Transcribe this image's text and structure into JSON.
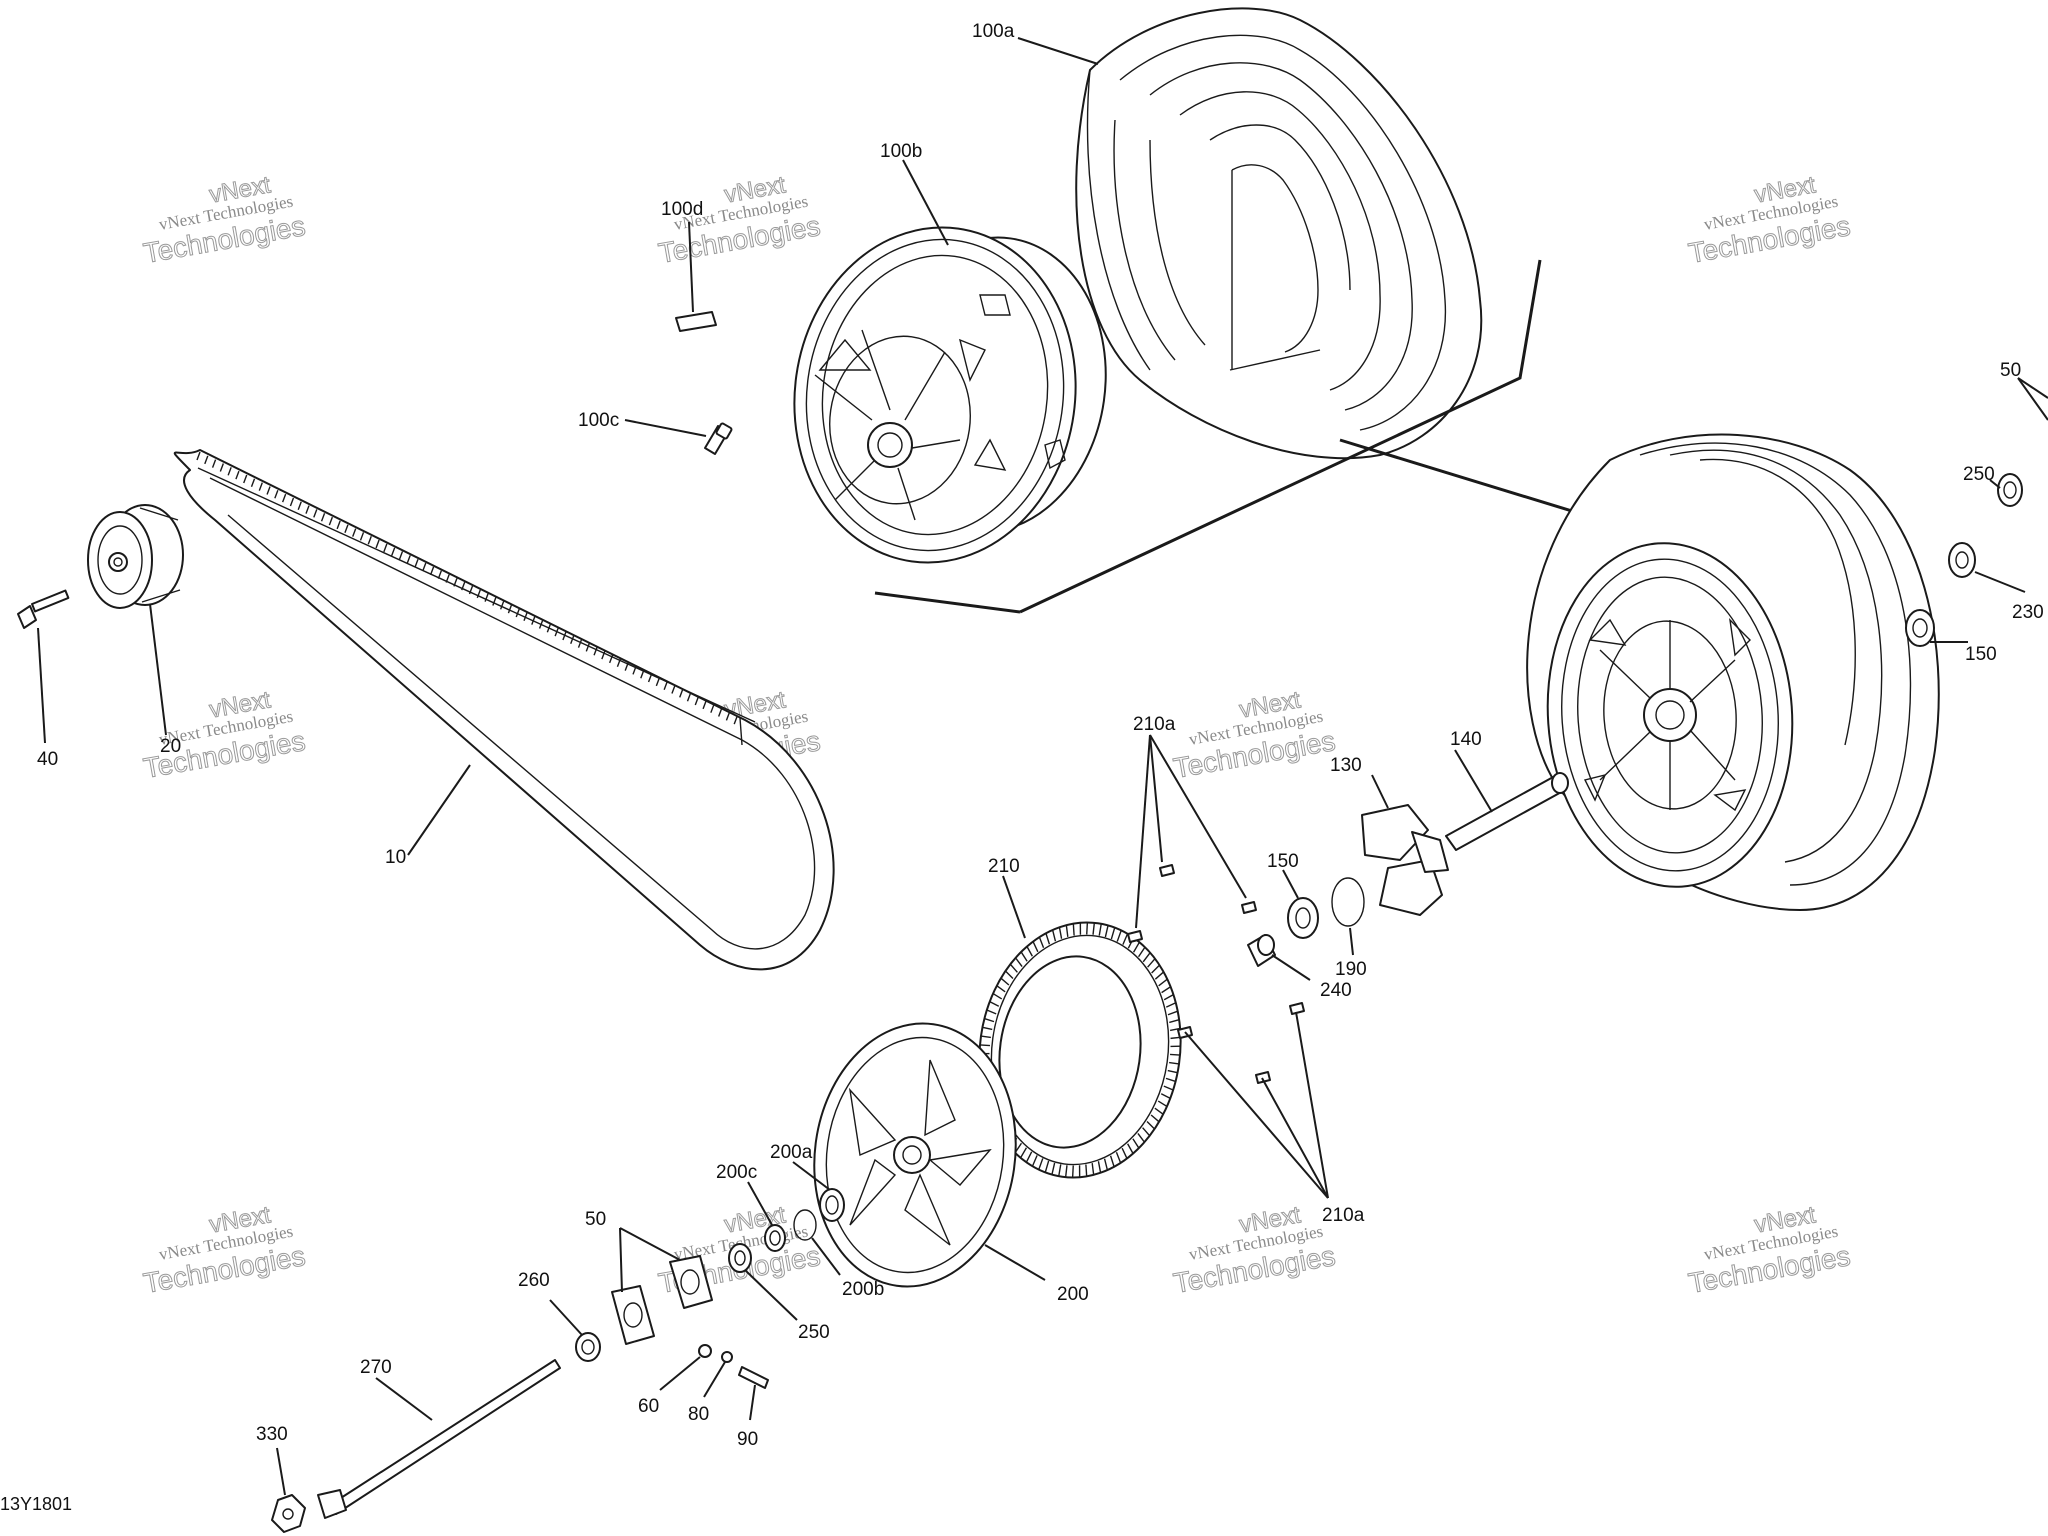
{
  "diagram": {
    "document_code": "13Y1801",
    "watermark": {
      "line1": "vNext",
      "line2": "vNext Technologies",
      "line3": "Technologies"
    },
    "callouts": [
      {
        "id": "c100a",
        "label": "100a"
      },
      {
        "id": "c100b",
        "label": "100b"
      },
      {
        "id": "c100d",
        "label": "100d"
      },
      {
        "id": "c100c",
        "label": "100c"
      },
      {
        "id": "c40",
        "label": "40"
      },
      {
        "id": "c20",
        "label": "20"
      },
      {
        "id": "c10",
        "label": "10"
      },
      {
        "id": "c50r",
        "label": "50"
      },
      {
        "id": "c250r",
        "label": "250"
      },
      {
        "id": "c230",
        "label": "230"
      },
      {
        "id": "c150r",
        "label": "150"
      },
      {
        "id": "c210a1",
        "label": "210a"
      },
      {
        "id": "c130",
        "label": "130"
      },
      {
        "id": "c140",
        "label": "140"
      },
      {
        "id": "c150m",
        "label": "150"
      },
      {
        "id": "c210",
        "label": "210"
      },
      {
        "id": "c240",
        "label": "240"
      },
      {
        "id": "c190",
        "label": "190"
      },
      {
        "id": "c210a2",
        "label": "210a"
      },
      {
        "id": "c200a",
        "label": "200a"
      },
      {
        "id": "c200c",
        "label": "200c"
      },
      {
        "id": "c200b",
        "label": "200b"
      },
      {
        "id": "c200",
        "label": "200"
      },
      {
        "id": "c50l",
        "label": "50"
      },
      {
        "id": "c250l",
        "label": "250"
      },
      {
        "id": "c260",
        "label": "260"
      },
      {
        "id": "c270",
        "label": "270"
      },
      {
        "id": "c60",
        "label": "60"
      },
      {
        "id": "c80",
        "label": "80"
      },
      {
        "id": "c90",
        "label": "90"
      },
      {
        "id": "c330",
        "label": "330"
      }
    ]
  }
}
